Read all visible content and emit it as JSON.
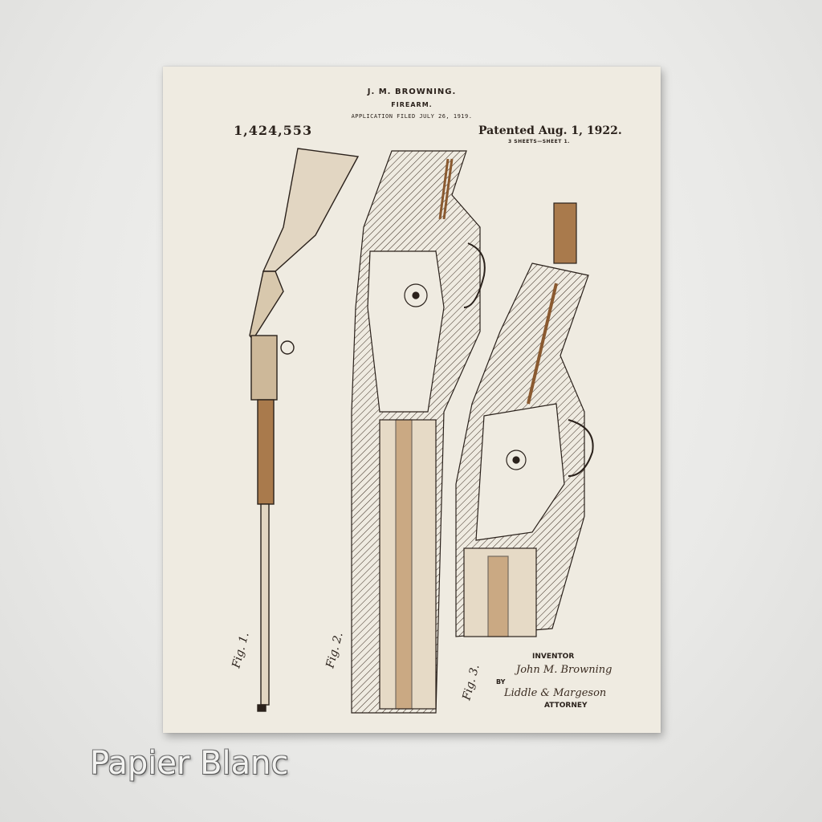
{
  "patent": {
    "inventor_name": "J. M. BROWNING.",
    "title": "FIREARM.",
    "filed": "APPLICATION FILED JULY 26, 1919.",
    "number": "1,424,553",
    "date": "Patented Aug. 1, 1922.",
    "sheets": "3 SHEETS—SHEET 1."
  },
  "figures": {
    "fig1": "Fig. 1.",
    "fig2": "Fig. 2.",
    "fig3": "Fig. 3."
  },
  "signature": {
    "inventor_label": "INVENTOR",
    "inventor_signature": "John M. Browning",
    "by_label": "BY",
    "attorney_signature": "Liddle & Margeson",
    "attorney_label": "ATTORNEY"
  },
  "caption": "Papier Blanc",
  "colors": {
    "paper": "#efebe1",
    "ink": "#2a211b",
    "sepia": "#8a5a30"
  }
}
